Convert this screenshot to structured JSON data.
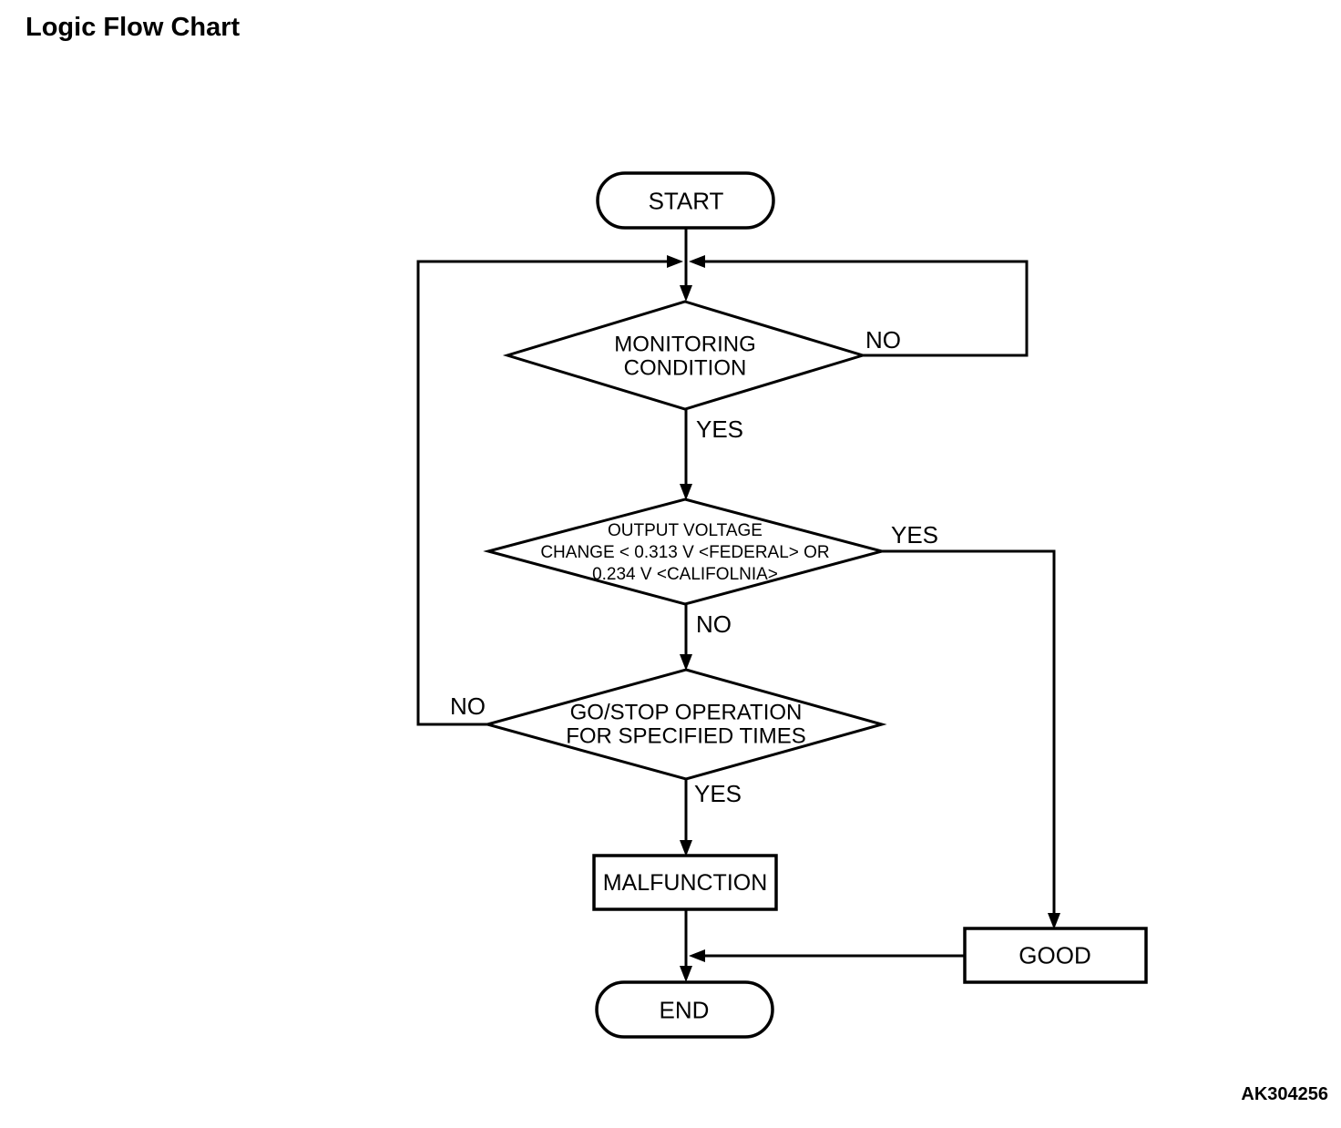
{
  "title": "Logic Flow Chart",
  "figure_code": "AK304256",
  "nodes": {
    "start": {
      "type": "terminator",
      "label": "START"
    },
    "monitoring_condition": {
      "type": "decision",
      "line1": "MONITORING",
      "line2": "CONDITION"
    },
    "output_voltage": {
      "type": "decision",
      "line1": "OUTPUT VOLTAGE",
      "line2": "CHANGE < 0.313 V <FEDERAL> OR",
      "line3": "0.234 V <CALIFOLNIA>"
    },
    "go_stop": {
      "type": "decision",
      "line1": "GO/STOP OPERATION",
      "line2": "FOR SPECIFIED TIMES"
    },
    "malfunction": {
      "type": "process",
      "label": "MALFUNCTION"
    },
    "good": {
      "type": "process",
      "label": "GOOD"
    },
    "end": {
      "type": "terminator",
      "label": "END"
    }
  },
  "edge_labels": {
    "monitoring_no": "NO",
    "monitoring_yes": "YES",
    "voltage_yes": "YES",
    "voltage_no": "NO",
    "go_stop_no": "NO",
    "go_stop_yes": "YES"
  }
}
